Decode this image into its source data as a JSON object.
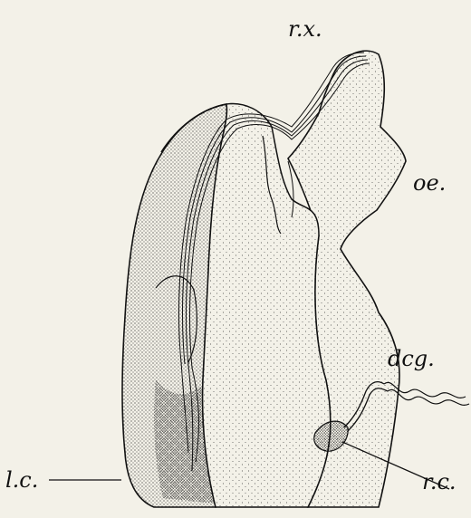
{
  "colors": {
    "paper": "#f3f1e8",
    "ink": "#111111",
    "stipple": "#3a3a3a"
  },
  "labels": {
    "rx": "r.x.",
    "oe": "oe.",
    "dcg": "dcg.",
    "rc": "r.c.",
    "lc": "l.c."
  }
}
